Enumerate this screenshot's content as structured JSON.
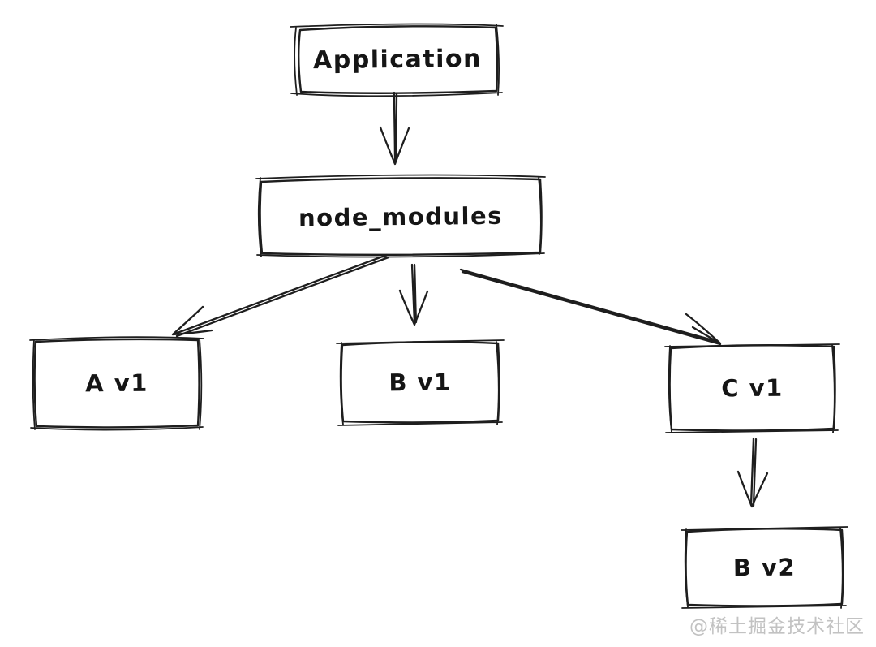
{
  "diagram": {
    "type": "dependency-tree",
    "background_color": "#ffffff",
    "stroke_color": "#1e1e1e",
    "style": "hand-drawn-sketch",
    "nodes": [
      {
        "id": "application",
        "label": "Application"
      },
      {
        "id": "node_modules",
        "label": "node_modules"
      },
      {
        "id": "a_v1",
        "label": "A v1"
      },
      {
        "id": "b_v1",
        "label": "B v1"
      },
      {
        "id": "c_v1",
        "label": "C v1"
      },
      {
        "id": "b_v2",
        "label": "B v2"
      }
    ],
    "edges": [
      {
        "from": "application",
        "to": "node_modules"
      },
      {
        "from": "node_modules",
        "to": "a_v1"
      },
      {
        "from": "node_modules",
        "to": "b_v1"
      },
      {
        "from": "node_modules",
        "to": "c_v1"
      },
      {
        "from": "c_v1",
        "to": "b_v2"
      }
    ],
    "watermark": {
      "text": "@稀土掘金技术社区",
      "color": "#c2c2c2"
    }
  }
}
